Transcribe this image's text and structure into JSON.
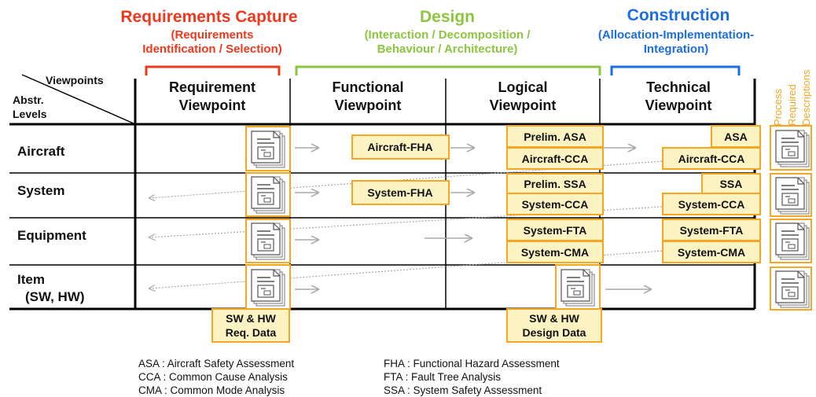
{
  "phases": [
    {
      "title": "Requirements Capture",
      "sub1": "(Requirements",
      "sub2": "Identification / Selection)",
      "color": "#f0381c"
    },
    {
      "title": "Design",
      "sub1": "(Interaction / Decomposition /",
      "sub2": "Behaviour / Architecture)",
      "color": "#8cc63f"
    },
    {
      "title": "Construction",
      "sub1": "(Allocation-Implementation-",
      "sub2": "Integration)",
      "color": "#1a6ee0"
    }
  ],
  "corner": {
    "viewpoints": "Viewpoints",
    "abstr": "Abstr.",
    "levels": "Levels"
  },
  "columns": [
    {
      "line1": "Requirement",
      "line2": "Viewpoint"
    },
    {
      "line1": "Functional",
      "line2": "Viewpoint"
    },
    {
      "line1": "Logical",
      "line2": "Viewpoint"
    },
    {
      "line1": "Technical",
      "line2": "Viewpoint"
    }
  ],
  "rows": [
    {
      "line1": "Aircraft",
      "line2": ""
    },
    {
      "line1": "System",
      "line2": ""
    },
    {
      "line1": "Equipment",
      "line2": ""
    },
    {
      "line1": "Item",
      "line2": "(SW, HW)"
    }
  ],
  "boxes": {
    "aircraft_fha": "Aircraft-FHA",
    "system_fha": "System-FHA",
    "prelim_asa": "Prelim.  ASA",
    "aircraft_cca_logical": "Aircraft-CCA",
    "prelim_ssa": "Prelim.  SSA",
    "system_cca_logical": "System-CCA",
    "system_fta_logical": "System-FTA",
    "system_cma_logical": "System-CMA",
    "asa": "ASA",
    "aircraft_cca_technical": "Aircraft-CCA",
    "ssa": "SSA",
    "system_cca_technical": "System-CCA",
    "system_fta_technical": "System-FTA",
    "system_cma_technical": "System-CMA",
    "req_data_1": "SW & HW",
    "req_data_2": "Req. Data",
    "design_data_1": "SW & HW",
    "design_data_2": "Design  Data"
  },
  "right_label": {
    "line1": "Process",
    "line2": "Required",
    "line3": "Descriptions"
  },
  "legend_left": [
    "ASA : Aircraft Safety Assessment",
    "CCA : Common Cause Analysis",
    "CMA : Common Mode Analysis"
  ],
  "legend_right": [
    "FHA : Functional Hazard Assessment",
    "FTA : Fault Tree Analysis",
    "SSA : System Safety Assessment"
  ],
  "colors": {
    "box_fill": "#fdf2c2",
    "box_border": "#f5a623",
    "grid": "#000000",
    "arrow": "#aaaaaa"
  }
}
